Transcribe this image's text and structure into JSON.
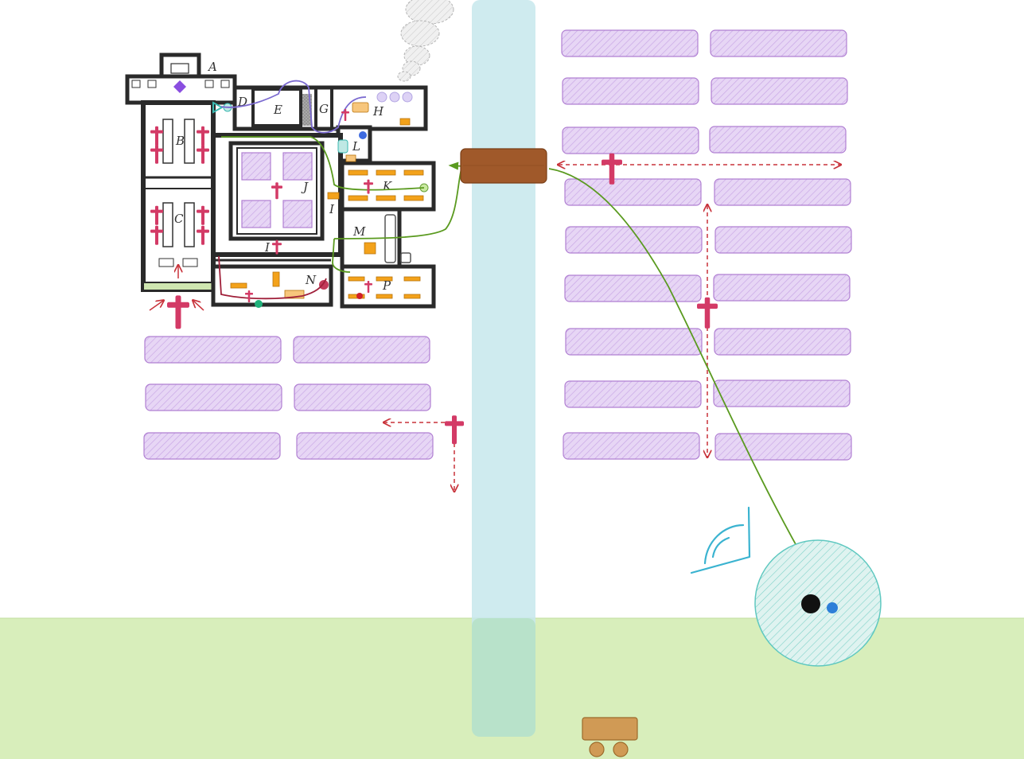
{
  "plan": {
    "rooms": [
      {
        "id": "A",
        "label": "A"
      },
      {
        "id": "B",
        "label": "B"
      },
      {
        "id": "C",
        "label": "C"
      },
      {
        "id": "D",
        "label": "D"
      },
      {
        "id": "E",
        "label": "E"
      },
      {
        "id": "G",
        "label": "G"
      },
      {
        "id": "H",
        "label": "H"
      },
      {
        "id": "I1",
        "label": "I"
      },
      {
        "id": "I2",
        "label": "I"
      },
      {
        "id": "J",
        "label": "J"
      },
      {
        "id": "K",
        "label": "K"
      },
      {
        "id": "L",
        "label": "L"
      },
      {
        "id": "M",
        "label": "M"
      },
      {
        "id": "N",
        "label": "N"
      },
      {
        "id": "P",
        "label": "P"
      }
    ]
  },
  "colors": {
    "river": "#cdebef",
    "meadow": "#d8eebb",
    "plot_fill": "#e4d2f3",
    "plot_stroke": "#b07fd2",
    "bridge": "#a0592a",
    "cart": "#d09a55",
    "pond": "#5fc8c0",
    "route_green": "#5a9a1f",
    "route_purple": "#7b6ad0",
    "route_crimson": "#a0203a",
    "dimension_red": "#c8323a",
    "cross": "#d33a66",
    "wall": "#2a2a2a",
    "smoke": "#d7d7d7"
  },
  "icons": {
    "bridge": "bridge-plank-icon",
    "cart": "cart-icon",
    "pond": "pond-icon",
    "crosses": "cross-icon",
    "tool": "iron-icon",
    "smoke": "smoke-cloud-icon"
  }
}
